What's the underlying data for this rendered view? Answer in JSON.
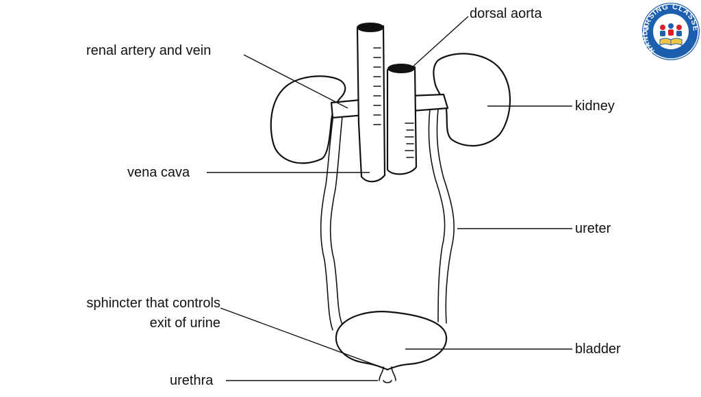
{
  "labels": {
    "dorsal_aorta": "dorsal aorta",
    "renal_artery_vein": "renal artery and vein",
    "kidney": "kidney",
    "vena_cava": "vena cava",
    "ureter": "ureter",
    "sphincter_line1": "sphincter that controls",
    "sphincter_line2": "exit of urine",
    "bladder": "bladder",
    "urethra": "urethra"
  },
  "logo": {
    "top_text": "NURSING CLASSES",
    "left_text": "NANDA",
    "colors": {
      "ring": "#1b5fae",
      "inner": "#ffffff",
      "accent": "#d8202a"
    }
  }
}
